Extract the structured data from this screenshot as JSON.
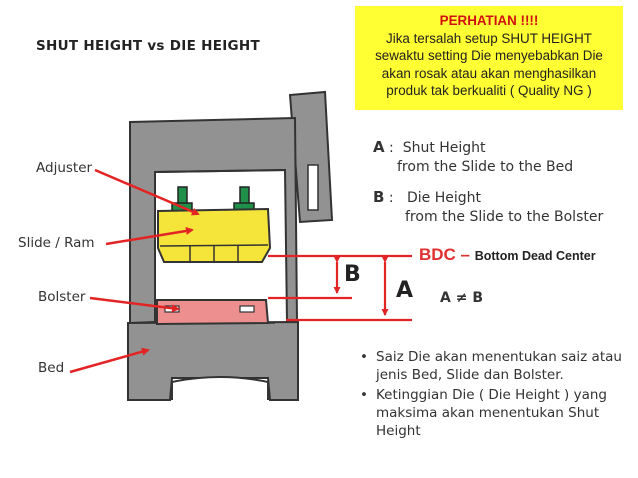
{
  "title": "SHUT  HEIGHT  vs  DIE  HEIGHT",
  "warning": {
    "title": "PERHATIAN !!!!",
    "lines": [
      "Jika tersalah setup  SHUT  HEIGHT",
      "sewaktu setting Die menyebabkan Die",
      "akan rosak atau akan menghasilkan",
      "produk tak berkualiti ( Quality NG )"
    ]
  },
  "labels": {
    "adjuster": "Adjuster",
    "slide_ram": "Slide /  Ram",
    "bolster": "Bolster",
    "bed": "Bed"
  },
  "definitions": {
    "a_key": "A",
    "a_sep": " :",
    "a_title": "Shut Height",
    "a_desc": "from the Slide to the Bed",
    "b_key": "B",
    "b_sep": " :",
    "b_title": "Die Height",
    "b_desc": "from the Slide to the Bolster"
  },
  "dimension_letters": {
    "b": "B",
    "a": "A"
  },
  "bdc": {
    "key": "BDC – ",
    "desc": "Bottom Dead Center"
  },
  "inequality": "A ≠ B",
  "bullets": [
    "Saiz Die akan menentukan  saiz atau jenis Bed, Slide dan Bolster.",
    "Ketinggian Die ( Die Height ) yang maksima akan menentukan  Shut Height"
  ],
  "colors": {
    "frame": "#929292",
    "slide": "#f5e43a",
    "adjuster": "#1f8f4a",
    "bolster": "#ee8f8f",
    "arrow": "#e32424",
    "warning_bg": "#ffff33"
  }
}
